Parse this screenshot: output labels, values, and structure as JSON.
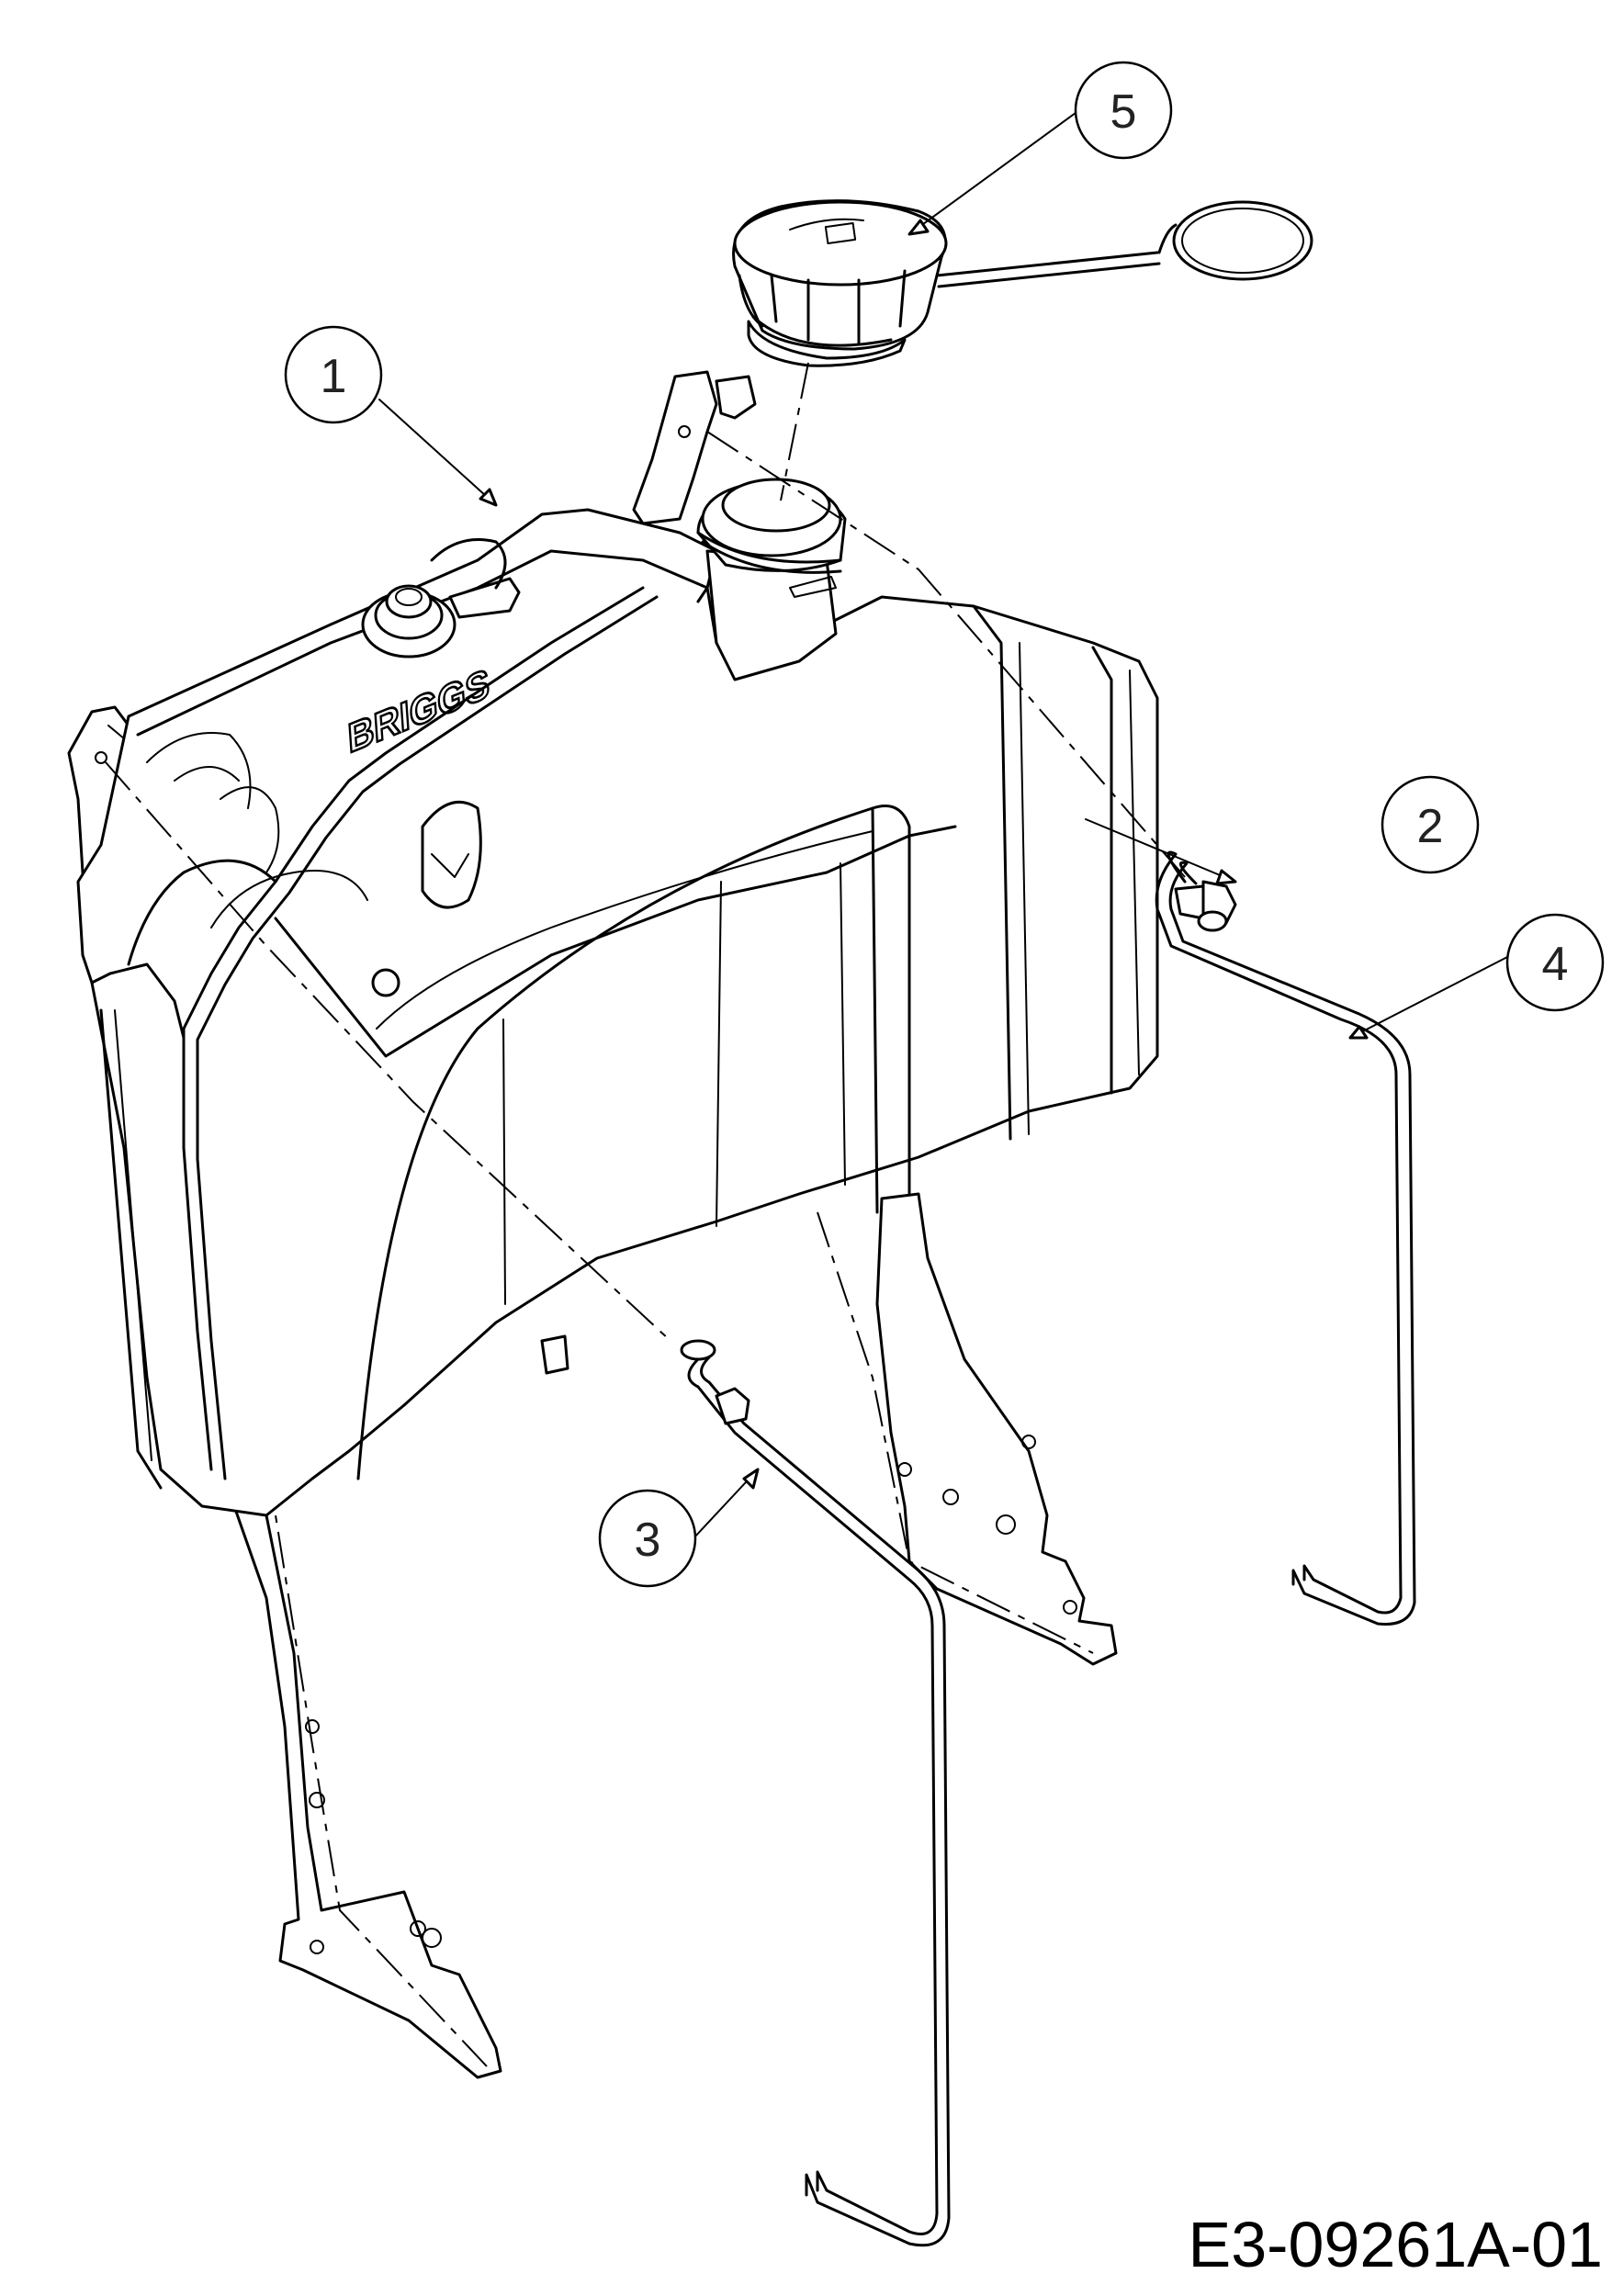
{
  "callouts": [
    {
      "label": "1"
    },
    {
      "label": "2"
    },
    {
      "label": "3"
    },
    {
      "label": "4"
    },
    {
      "label": "5"
    }
  ],
  "tank_embossing": "BRIGGS",
  "drawing_code": "E3-09261A-01"
}
